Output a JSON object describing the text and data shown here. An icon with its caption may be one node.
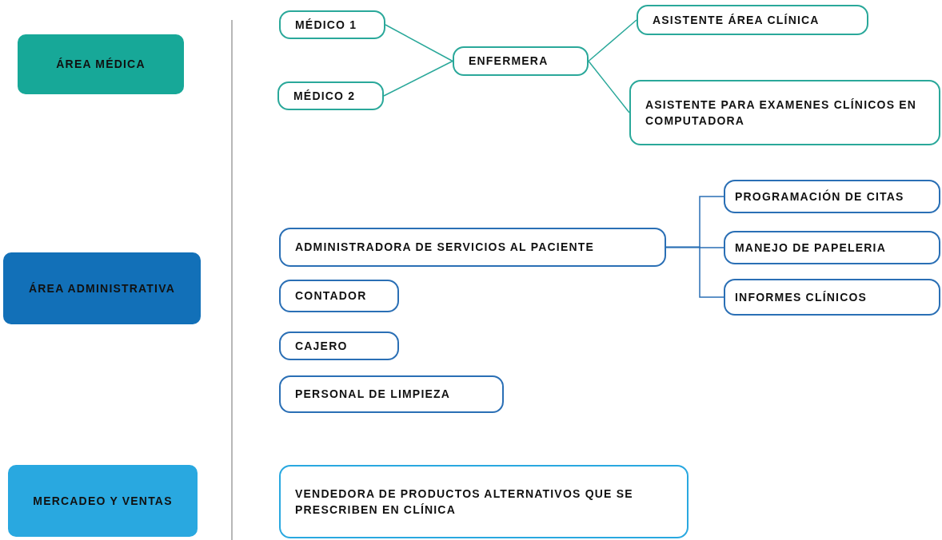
{
  "diagram": {
    "nodes": [
      {
        "text": [
          "ÁREA MÉDICA"
        ]
      },
      {
        "text": [
          "MÉDICO 1"
        ]
      },
      {
        "text": [
          "MÉDICO 2"
        ]
      },
      {
        "text": [
          "ENFERMERA"
        ]
      },
      {
        "text": [
          "ASISTENTE ÁREA CLÍNICA"
        ]
      },
      {
        "text": [
          "ASISTENTE PARA EXAMENES CLÍNICOS EN COMPUTADORA"
        ]
      },
      {
        "text": [
          "ÁREA ADMINISTRATIVA"
        ]
      },
      {
        "text": [
          "ADMINISTRADORA DE SERVICIOS AL PACIENTE"
        ]
      },
      {
        "text": [
          "PROGRAMACIÓN DE CITAS"
        ]
      },
      {
        "text": [
          "MANEJO DE PAPELERIA"
        ]
      },
      {
        "text": [
          "INFORMES CLÍNICOS"
        ]
      },
      {
        "text": [
          "CONTADOR"
        ]
      },
      {
        "text": [
          "CAJERO"
        ]
      },
      {
        "text": [
          "PERSONAL DE LIMPIEZA"
        ]
      },
      {
        "text": [
          "MERCADEO Y VENTAS"
        ]
      },
      {
        "text": [
          "VENDEDORA DE PRODUCTOS ALTERNATIVOS QUE SE PRESCRIBEN EN CLÍNICA"
        ]
      }
    ],
    "edges": [
      {
        "from": 1,
        "to": 3,
        "arrow": "none"
      },
      {
        "from": 2,
        "to": 3,
        "arrow": "none"
      },
      {
        "from": 3,
        "to": 4,
        "arrow": "none"
      },
      {
        "from": 3,
        "to": 5,
        "arrow": "none"
      },
      {
        "from": 7,
        "to": 8,
        "arrow": "none",
        "color": "#2a6fb5"
      },
      {
        "from": 7,
        "to": 9,
        "arrow": "none",
        "color": "#2a6fb5"
      },
      {
        "from": 7,
        "to": 10,
        "arrow": "none",
        "color": "#2a6fb5"
      }
    ]
  }
}
